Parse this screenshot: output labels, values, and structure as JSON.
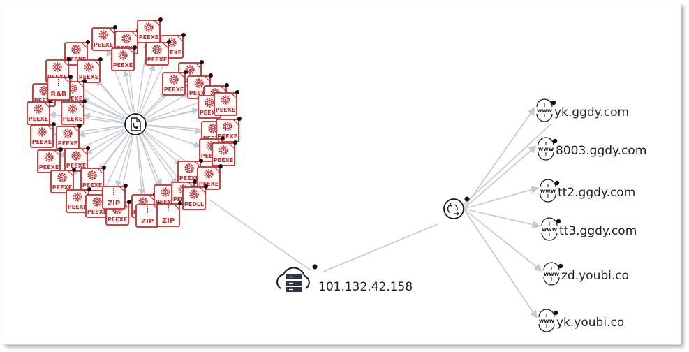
{
  "graph": {
    "ip": {
      "label": "101.132.42.158",
      "icon": "cloud-server-icon"
    },
    "center_icon": "phone-document-icon",
    "hub_icon": "cycle-arrows-icon",
    "colors": {
      "file": "#cc2a2a",
      "edge": "#c3c9d3",
      "node": "#1a1a1a",
      "dot": "#111111"
    },
    "domains": [
      {
        "label": "yk.ggdy.com",
        "icon": "www-globe-icon"
      },
      {
        "label": "8003.ggdy.com",
        "icon": "www-globe-icon"
      },
      {
        "label": "tt2.ggdy.com",
        "icon": "www-globe-icon"
      },
      {
        "label": "tt3.ggdy.com",
        "icon": "www-globe-icon"
      },
      {
        "label": "zd.youbi.co",
        "icon": "www-globe-icon"
      },
      {
        "label": "yk.youbi.co",
        "icon": "www-globe-icon"
      }
    ],
    "files": [
      "PEEXE",
      "PEEXE",
      "PEEXE",
      "PEEXE",
      "PEEXE",
      "PEEXE",
      "PEEXE",
      "PEEXE",
      "PEEXE",
      "PEEXE",
      "PEEXE",
      "PEEXE",
      "PEEXE",
      "PEEXE",
      "PEEXE",
      "PEEXE",
      "PEEXE",
      "PEEXE",
      "PEEXE",
      "PEEXE",
      "PEEXE",
      "PEEXE",
      "PEEXE",
      "PEEXE",
      "PEEXE",
      "PEEXE",
      "PEEXE",
      "PEEXE",
      "PEEXE",
      "PEEXE",
      "PEEXE",
      "PEEXE",
      "PEEXE",
      "PEEXE",
      "PEEXE",
      "PEEXE",
      "PEDLL",
      "PEDLL",
      "ZIP",
      "ZIP",
      "ZIP",
      "RAR"
    ]
  }
}
